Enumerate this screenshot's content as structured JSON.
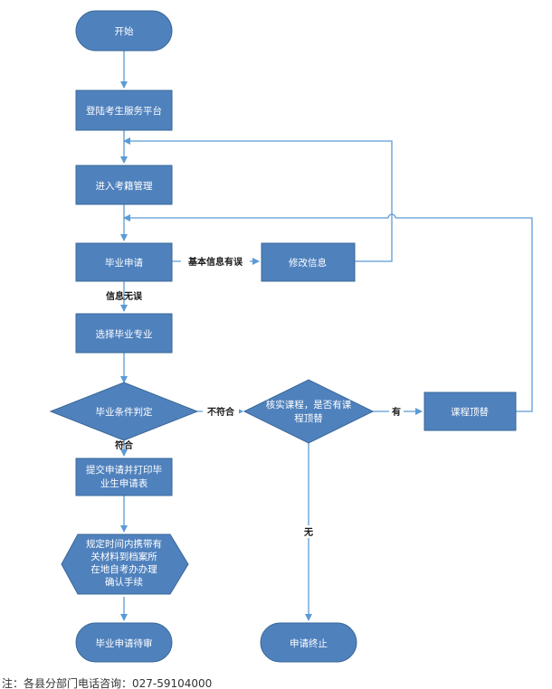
{
  "colors": {
    "node_fill": "#4f81bd",
    "node_stroke": "#3a6898",
    "edge": "#5b9bd5",
    "label_text": "#1a1a1a"
  },
  "nodes": {
    "start": "开始",
    "login": "登陆考生服务平台",
    "enter": "进入考籍管理",
    "apply": [
      "毕业申请"
    ],
    "modify": "修改信息",
    "select": "选择毕业专业",
    "condition": "毕业条件判定",
    "check_courses": [
      "核实课程，是否有课",
      "程顶替"
    ],
    "course_sub": "课程顶替",
    "submit": [
      "提交申请并打印毕",
      "业生申请表"
    ],
    "materials": [
      "规定时间内携带有",
      "关材料到档案所",
      "在地自考办办理",
      "确认手续"
    ],
    "wait": "毕业申请待审",
    "terminate": "申请终止"
  },
  "edges": {
    "info_error": "基本信息有误",
    "info_ok": "信息无误",
    "not_met": "不符合",
    "met": "符合",
    "yes": "有",
    "no": "无"
  },
  "footer": "注：各县分部门电话咨询：027-59104000"
}
